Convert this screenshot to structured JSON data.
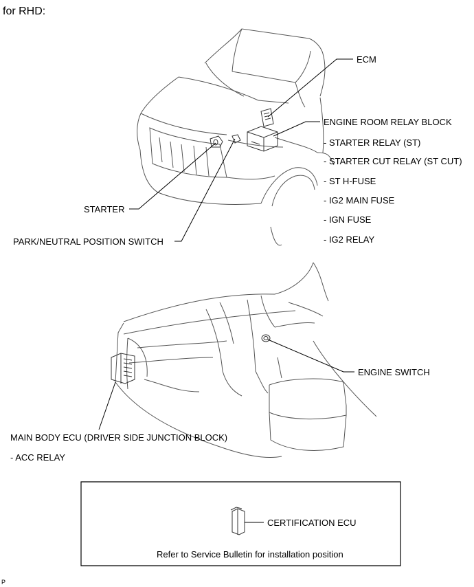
{
  "heading": "for RHD:",
  "labels": {
    "ecm": "ECM",
    "engine_room_relay_block": "ENGINE ROOM RELAY BLOCK",
    "starter": "STARTER",
    "park_neutral_position_switch": "PARK/NEUTRAL POSITION SWITCH",
    "engine_switch": "ENGINE SWITCH",
    "main_body_ecu": "MAIN BODY ECU (DRIVER SIDE JUNCTION BLOCK)",
    "certification_ecu": "CERTIFICATION ECU"
  },
  "relay_block_items": [
    "- STARTER RELAY (ST)",
    "- STARTER CUT RELAY (ST CUT)",
    "- ST H-FUSE",
    "- IG2 MAIN FUSE",
    "- IGN FUSE",
    "- IG2 RELAY"
  ],
  "main_body_ecu_items": [
    "- ACC RELAY"
  ],
  "info_box": {
    "note": "Refer to Service Bulletin for installation position"
  },
  "page_code": "P"
}
